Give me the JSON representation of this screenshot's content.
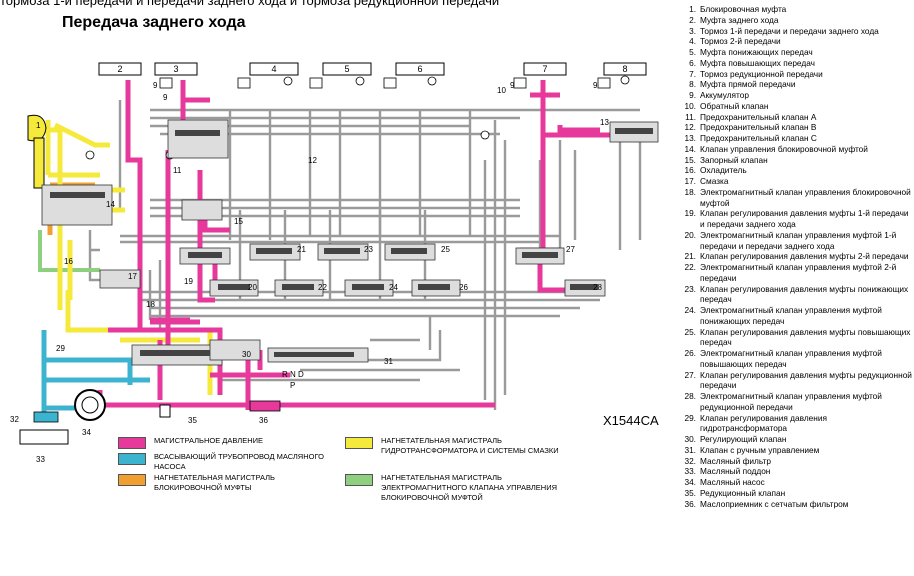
{
  "top_cut_text": "тормоза 1-й передачи и передачи заднего хода и тормоза редукционной передачи",
  "title": "Передача заднего хода",
  "figure_code": "X1544CA",
  "colors": {
    "pink": "#e6399b",
    "blue": "#3cb4d0",
    "orange": "#f0a030",
    "yellow": "#f5ea3b",
    "green": "#8fcf80",
    "gray": "#9a9a9a"
  },
  "boxes": [
    "2",
    "3",
    "4",
    "5",
    "6",
    "7",
    "8"
  ],
  "diagram_labels": [
    "1",
    "9",
    "9",
    "9",
    "10",
    "11",
    "12",
    "13",
    "14",
    "15",
    "16",
    "17",
    "18",
    "19",
    "20",
    "21",
    "22",
    "23",
    "24",
    "25",
    "26",
    "27",
    "28",
    "29",
    "30",
    "31",
    "32",
    "33",
    "34",
    "35",
    "36",
    "9"
  ],
  "selector_positions": "R N D",
  "selector_p": "P",
  "key": [
    {
      "color": "pink",
      "text": "МАГИСТРАЛЬНОЕ ДАВЛЕНИЕ"
    },
    {
      "color": "blue",
      "text": "ВСАСЫВАЮЩИЙ ТРУБОПРОВОД МАСЛЯНОГО НАСОСА"
    },
    {
      "color": "orange",
      "text": "НАГНЕТАТЕЛЬНАЯ МАГИСТРАЛЬ БЛОКИРОВОЧНОЙ МУФТЫ"
    },
    {
      "color": "yellow",
      "text": "НАГНЕТАТЕЛЬНАЯ МАГИСТРАЛЬ ГИДРОТРАНСФОРМАТОРА И СИСТЕМЫ СМАЗКИ"
    },
    {
      "color": "green",
      "text": "НАГНЕТАТЕЛЬНАЯ МАГИСТРАЛЬ ЭЛЕКТРОМАГНИТНОГО КЛАПАНА УПРАВЛЕНИЯ БЛОКИРОВОЧНОЙ МУФТОЙ"
    }
  ],
  "parts": [
    {
      "n": "1.",
      "t": "Блокировочная муфта"
    },
    {
      "n": "2.",
      "t": "Муфта заднего хода"
    },
    {
      "n": "3.",
      "t": "Тормоз 1-й передачи и передачи заднего хода"
    },
    {
      "n": "4.",
      "t": "Тормоз 2-й передачи"
    },
    {
      "n": "5.",
      "t": "Муфта понижающих передач"
    },
    {
      "n": "6.",
      "t": "Муфта повышающих передач"
    },
    {
      "n": "7.",
      "t": "Тормоз редукционной передачи"
    },
    {
      "n": "8.",
      "t": "Муфта прямой передачи"
    },
    {
      "n": "9.",
      "t": "Аккумулятор"
    },
    {
      "n": "10.",
      "t": "Обратный клапан"
    },
    {
      "n": "11.",
      "t": "Предохранительный клапан A"
    },
    {
      "n": "12.",
      "t": "Предохранительный клапан B"
    },
    {
      "n": "13.",
      "t": "Предохранительный клапан C"
    },
    {
      "n": "14.",
      "t": "Клапан управления блокировочной муфтой"
    },
    {
      "n": "15.",
      "t": "Запорный клапан"
    },
    {
      "n": "16.",
      "t": "Охладитель"
    },
    {
      "n": "17.",
      "t": "Смазка"
    },
    {
      "n": "18.",
      "t": "Электромагнитный клапан управления блокировочной муфтой"
    },
    {
      "n": "19.",
      "t": "Клапан регулирования давления муфты 1-й передачи и передачи заднего хода"
    },
    {
      "n": "20.",
      "t": "Электромагнитный клапан управления муфтой 1-й передачи и передачи заднего хода"
    },
    {
      "n": "21.",
      "t": "Клапан регулирования давления муфты 2-й передачи"
    },
    {
      "n": "22.",
      "t": "Электромагнитный клапан управления муфтой 2-й передачи"
    },
    {
      "n": "23.",
      "t": "Клапан регулирования давления муфты понижающих передач"
    },
    {
      "n": "24.",
      "t": "Электромагнитный клапан управления муфтой понижающих передач"
    },
    {
      "n": "25.",
      "t": "Клапан регулирования давления муфты повышающих передач"
    },
    {
      "n": "26.",
      "t": "Электромагнитный клапан управления муфтой повышающих передач"
    },
    {
      "n": "27.",
      "t": "Клапан регулирования давления муфты редукционной передачи"
    },
    {
      "n": "28.",
      "t": "Электромагнитный клапан управления муфтой редукционной передачи"
    },
    {
      "n": "29.",
      "t": "Клапан регулирования давления гидротрансформатора"
    },
    {
      "n": "30.",
      "t": "Регулирующий клапан"
    },
    {
      "n": "31.",
      "t": "Клапан с ручным управлением"
    },
    {
      "n": "32.",
      "t": "Масляный фильтр"
    },
    {
      "n": "33.",
      "t": "Масляный поддон"
    },
    {
      "n": "34.",
      "t": "Масляный насос"
    },
    {
      "n": "35.",
      "t": "Редукционный клапан"
    },
    {
      "n": "36.",
      "t": "Маслоприемник с сетчатым фильтром"
    }
  ]
}
